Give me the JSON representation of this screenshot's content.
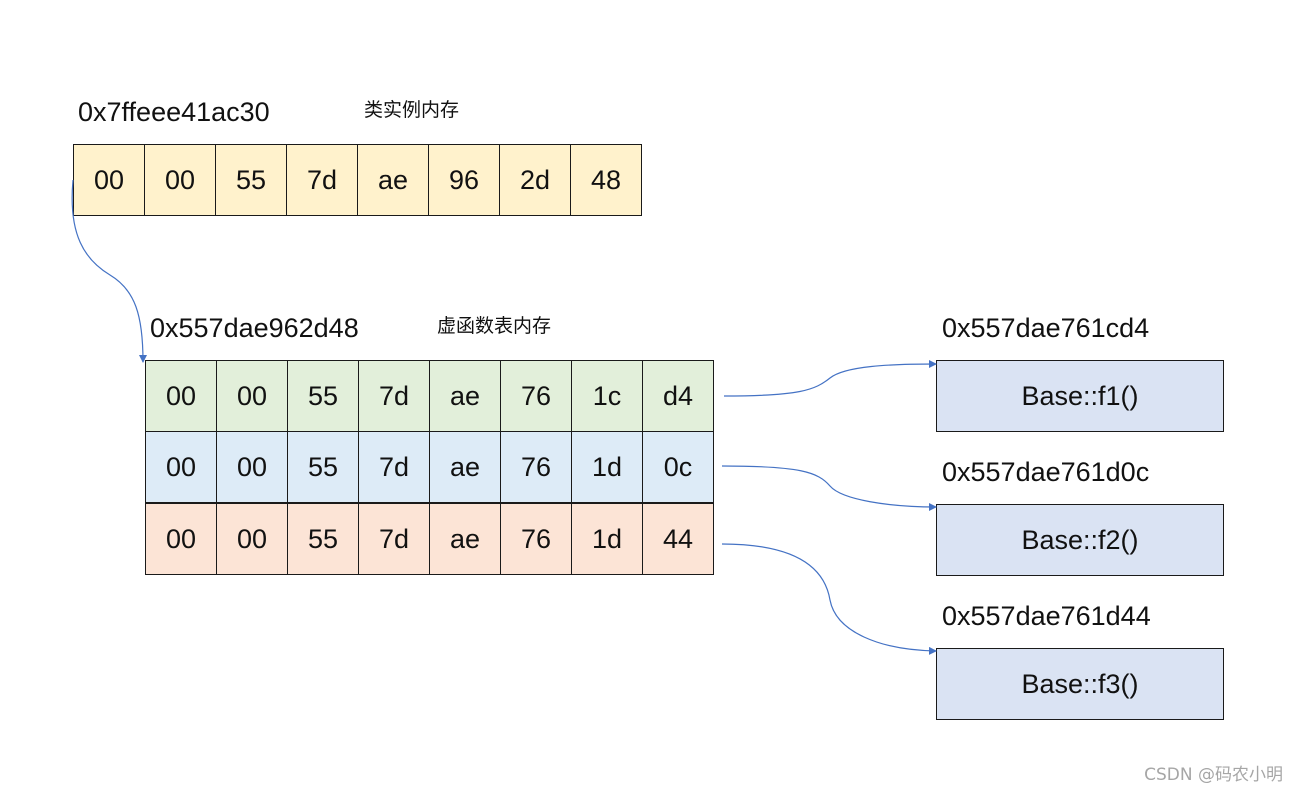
{
  "instance": {
    "address": "0x7ffeee41ac30",
    "caption": "类实例内存",
    "bytes": [
      "00",
      "00",
      "55",
      "7d",
      "ae",
      "96",
      "2d",
      "48"
    ]
  },
  "vtable": {
    "address": "0x557dae962d48",
    "caption": "虚函数表内存",
    "rows": [
      [
        "00",
        "00",
        "55",
        "7d",
        "ae",
        "76",
        "1c",
        "d4"
      ],
      [
        "00",
        "00",
        "55",
        "7d",
        "ae",
        "76",
        "1d",
        "0c"
      ],
      [
        "00",
        "00",
        "55",
        "7d",
        "ae",
        "76",
        "1d",
        "44"
      ]
    ]
  },
  "functions": [
    {
      "address": "0x557dae761cd4",
      "label": "Base::f1()"
    },
    {
      "address": "0x557dae761d0c",
      "label": "Base::f2()"
    },
    {
      "address": "0x557dae761d44",
      "label": "Base::f3()"
    }
  ],
  "colors": {
    "instance_fill": "#fff2cc",
    "vtable_row1_fill": "#e2efda",
    "vtable_row2_fill": "#ddebf7",
    "vtable_row3_fill": "#fce4d6",
    "function_fill": "#dae3f3",
    "connector": "#4472c4"
  },
  "watermark": "CSDN @码农小明"
}
